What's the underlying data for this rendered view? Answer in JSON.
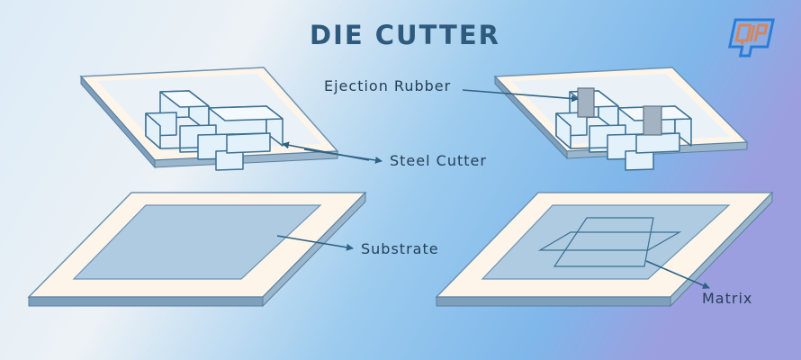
{
  "title": "DIE CUTTER",
  "labels": {
    "ejection_rubber": "Ejection Rubber",
    "steel_cutter": "Steel Cutter",
    "substrate": "Substrate",
    "matrix": "Matrix"
  },
  "logo": {
    "text": "QIP"
  },
  "colors": {
    "frame_fill": "#fdf5ea",
    "frame_edge": "#7fa0bd",
    "panel_fill": "#a9c7df",
    "outline": "#3b6f91",
    "cutter_fill": "#e3f1fb",
    "rubber_fill": "#a4b3c1",
    "arrow": "#2f6285",
    "logo_orange": "#d4865e",
    "logo_blue": "#2a7dd6"
  }
}
